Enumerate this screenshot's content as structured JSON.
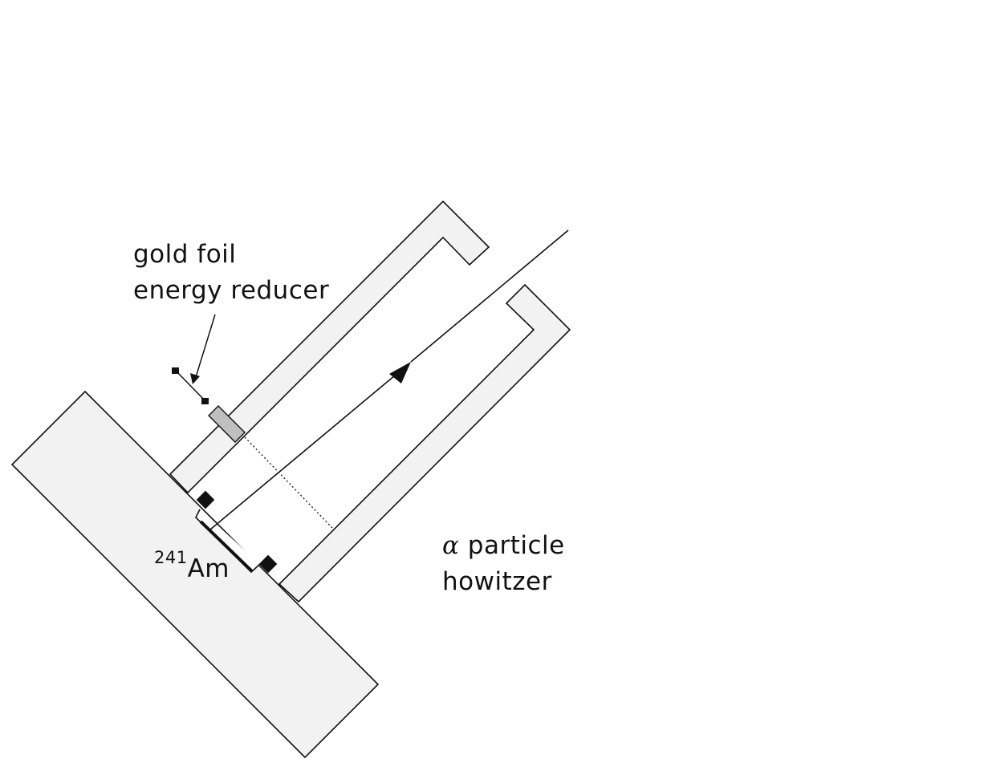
{
  "labels": {
    "foil_line1": "gold foil",
    "foil_line2": "energy reducer",
    "isotope_mass": "241",
    "isotope_symbol": "Am",
    "alpha_symbol": "α",
    "howitzer_line1_suffix": " particle",
    "howitzer_line2": "howitzer"
  },
  "colors": {
    "body_fill": "#f2f2f2",
    "foil_fill": "#bfbfbf",
    "stroke": "#111111"
  }
}
